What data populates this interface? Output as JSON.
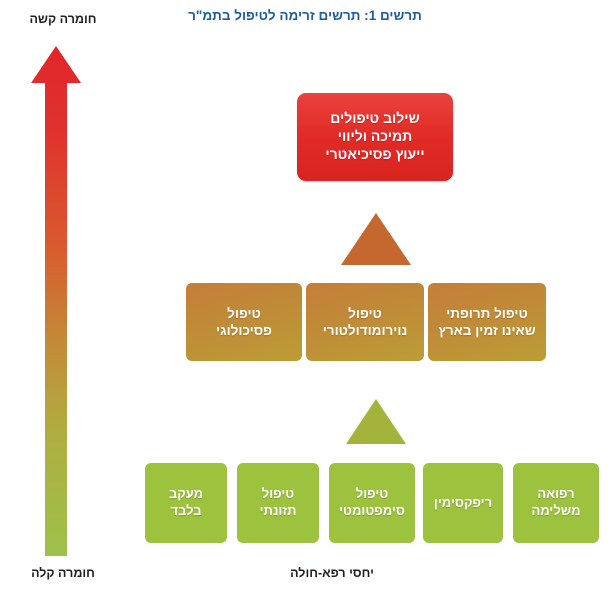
{
  "title": "תרשים 1: תרשים זרימה לטיפול בתמ\"ר",
  "axis": {
    "vertical_top_label": "חומרה קשה",
    "vertical_bottom_label": "חומרה קלה",
    "horizontal_label": "יחסי רפא-חולה",
    "gradient_top_color": "#E1252B",
    "gradient_bottom_color": "#9DC14A"
  },
  "levels": {
    "top": {
      "color": "#E22B26",
      "nodes": [
        {
          "lines": [
            "שילוב טיפולים",
            "תמיכה וליווי",
            "ייעוץ פסיכיאטרי"
          ]
        }
      ]
    },
    "middle": {
      "color": "#C08A38",
      "nodes": [
        {
          "lines": [
            "טיפול תרופתי",
            "שאינו זמין בארץ"
          ]
        },
        {
          "lines": [
            "טיפול",
            "נוירומודולטורי"
          ]
        },
        {
          "lines": [
            "טיפול",
            "פסיכולוגי"
          ]
        }
      ]
    },
    "bottom": {
      "color": "#9CC23E",
      "nodes": [
        {
          "lines": [
            "רפואה",
            "משלימה"
          ]
        },
        {
          "lines": [
            "ריפקסימין"
          ]
        },
        {
          "lines": [
            "טיפול",
            "סימפטומטי"
          ]
        },
        {
          "lines": [
            "טיפול",
            "תזונתי"
          ]
        },
        {
          "lines": [
            "מעקב",
            "בלבד"
          ]
        }
      ]
    }
  },
  "connectors": [
    {
      "name": "upper-triangle",
      "color": "#C4682F"
    },
    {
      "name": "lower-triangle",
      "color": "#A4B33C"
    }
  ]
}
